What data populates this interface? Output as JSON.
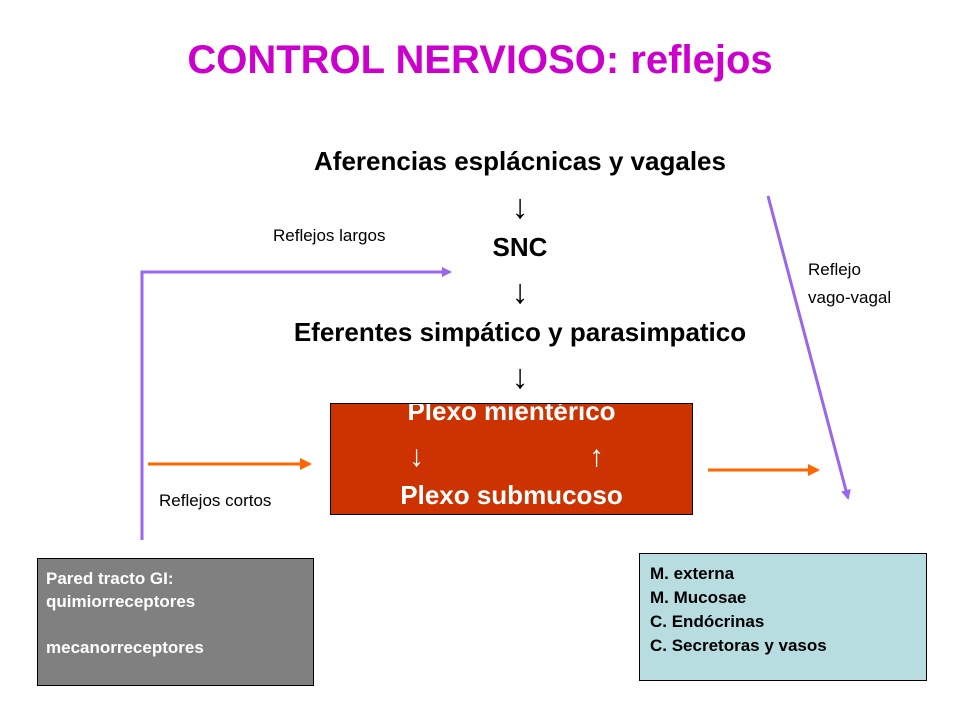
{
  "title": "CONTROL NERVIOSO: reflejos",
  "flow": {
    "aferencias": "Aferencias esplácnicas y vagales",
    "arrow_down": "↓",
    "arrow_up": "↑",
    "snc": "SNC",
    "eferentes": "Eferentes simpático y parasimpatico"
  },
  "plexo": {
    "mienterico": "Plexo mientérico",
    "submucoso": "Plexo submucoso"
  },
  "labels": {
    "reflejos_largos": "Reflejos largos",
    "reflejos_cortos": "Reflejos cortos",
    "reflejo_vago_line1": "Reflejo",
    "reflejo_vago_line2": "vago-vagal"
  },
  "pared": {
    "line1": "Pared tracto GI:",
    "line2": "quimiorreceptores",
    "line3": "mecanorreceptores"
  },
  "targets": {
    "line1": "M. externa",
    "line2": "M. Mucosae",
    "line3": "C. Endócrinas",
    "line4": "C. Secretoras y vasos"
  },
  "colors": {
    "title": "#cc00cc",
    "plexo_box": "#cc3300",
    "pared_box": "#808080",
    "targets_box": "#b7dde0",
    "long_reflex_line": "#9966ee",
    "short_reflex_arrow": "#ff6600"
  }
}
